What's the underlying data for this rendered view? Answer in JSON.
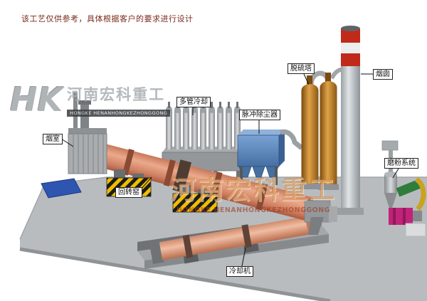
{
  "disclaimer": "该工艺仅供参考，具体根据客户的要求进行设计",
  "logo": {
    "monogram": "HK",
    "company_name": "河南宏科重工",
    "subtitle": "HONGKE HENANHONGKEZHONGGONG"
  },
  "watermark": {
    "company_name": "河南宏科重工",
    "subtitle": "HONGKE HENANHONGKEZHONGGONG"
  },
  "labels": {
    "smoke_chamber": "烟室",
    "multi_tube_cooler": "多管冷却",
    "pulse_dust_collector": "脉冲除尘器",
    "desulfurization_tower": "脱硫塔",
    "chimney": "烟囱",
    "grinding_system": "磨粉系统",
    "rotary_kiln": "回转窑",
    "cooling_machine": "冷却机"
  },
  "colors": {
    "kiln_salmon": "#d98f6f",
    "dust_collector_blue": "#5b8fc9",
    "tower_orange": "#c07820",
    "chimney_red": "#c02a1b",
    "ground_gray": "#b8bcbf",
    "hazard_yellow": "#f0be00",
    "grinder_magenta": "#c2227a",
    "grinder_green": "#2e7d3a",
    "pad_blue": "#2e55b0"
  }
}
